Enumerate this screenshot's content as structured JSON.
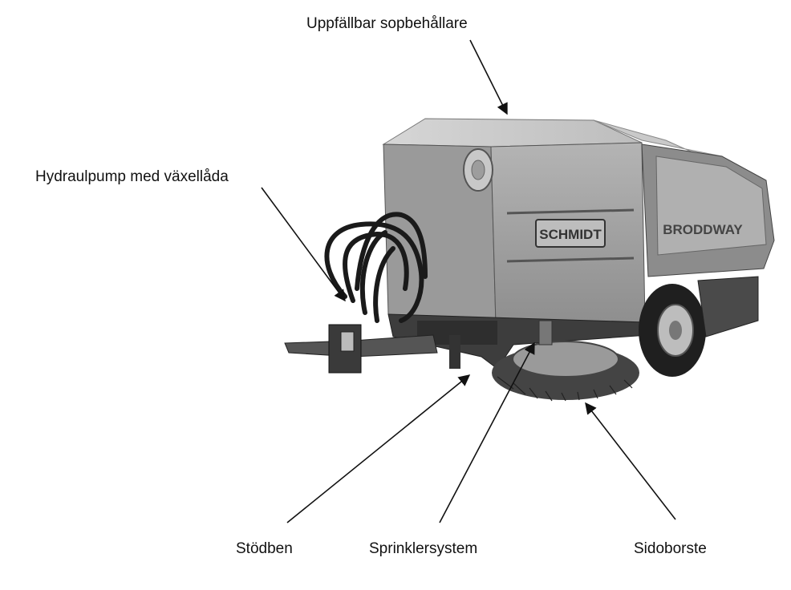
{
  "labels": {
    "hopper": "Uppfällbar sopbehållare",
    "hydraulic_pump": "Hydraulpump med växellåda",
    "support_leg": "Stödben",
    "sprinkler": "Sprinklersystem",
    "side_brush": "Sidoborste"
  },
  "machine_markings": {
    "brand_plate": "SCHMIDT",
    "model_plate": "BRODDWAY"
  },
  "colors": {
    "text": "#111111",
    "body_light": "#a8a8a8",
    "body_mid": "#8f8f8f",
    "body_dark": "#3a3a3a",
    "hose": "#1a1a1a"
  }
}
